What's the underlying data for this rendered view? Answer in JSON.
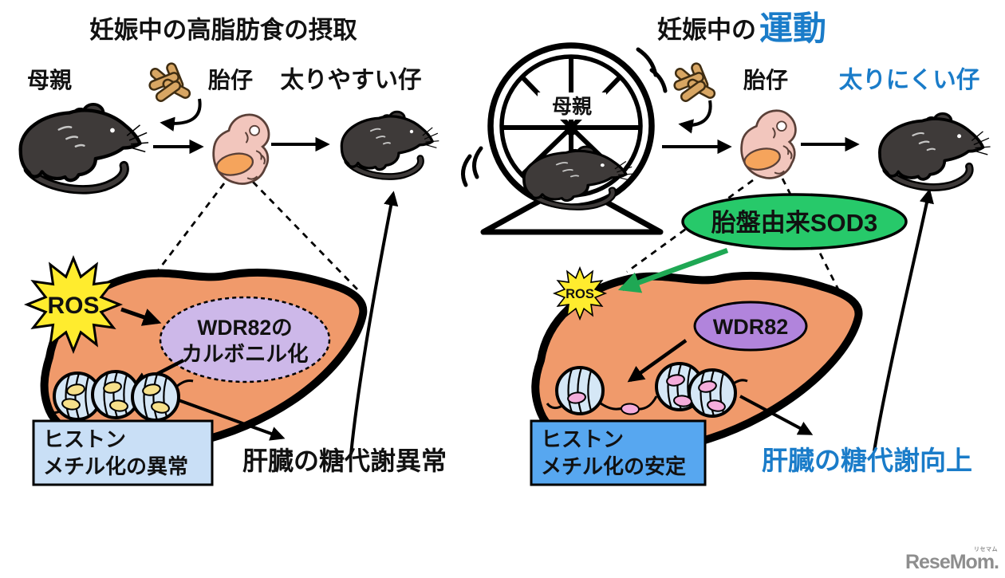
{
  "left_panel": {
    "title": "妊娠中の高脂肪食の摂取",
    "mother_label": "母親",
    "fetus_label": "胎仔",
    "offspring_label": "太りやすい仔",
    "ros_label": "ROS",
    "wdr82_line1": "WDR82の",
    "wdr82_line2": "カルボニル化",
    "histone_box_line1": "ヒストン",
    "histone_box_line2": "メチル化の異常",
    "outcome_label": "肝臓の糖代謝異常"
  },
  "right_panel": {
    "title_black": "妊娠中の",
    "title_blue": "運動",
    "mother_label": "母親",
    "fetus_label": "胎仔",
    "offspring_label": "太りにくい仔",
    "sod3_label": "胎盤由来SOD3",
    "ros_label": "ROS",
    "wdr82_label": "WDR82",
    "histone_box_line1": "ヒストン",
    "histone_box_line2": "メチル化の安定",
    "outcome_label": "肝臓の糖代謝向上"
  },
  "branding": {
    "logo_text": "ReseMom.",
    "logo_ruby": "リセマム"
  },
  "colors": {
    "liver_orange": "#F09A6B",
    "fetus_pink": "#F2C6BD",
    "fetal_liver_orange": "#F5A45C",
    "ros_yellow": "#FFEC2E",
    "purple_light": "#CDB8E9",
    "purple_solid": "#B184DC",
    "green_sod3": "#27C96A",
    "green_arrow": "#1FA854",
    "histone_blue": "#D5E7F6",
    "mark_yellow": "#F6E08A",
    "mark_pink": "#F4ACDB",
    "box_light_blue": "#C9DFF6",
    "box_blue": "#57A7F0",
    "accent_blue": "#1A7CC9",
    "mouse_dark": "#3E3A39",
    "pellet_tan": "#D8A663",
    "logo_gray": "#8E8E8E"
  }
}
